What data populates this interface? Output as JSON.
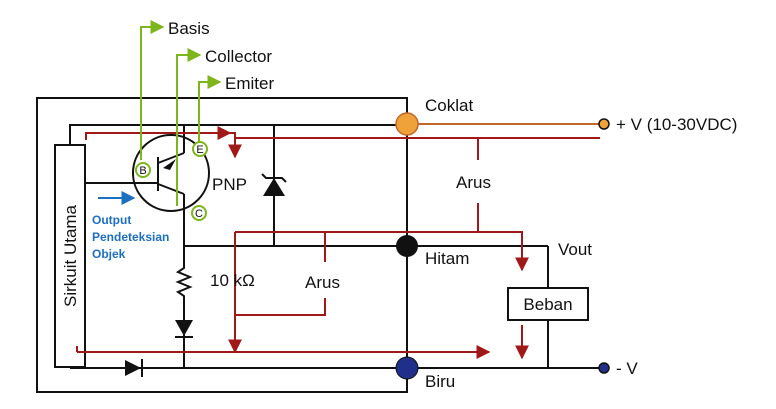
{
  "pins": {
    "basis": "Basis",
    "collector": "Collector",
    "emiter": "Emiter",
    "b": "B",
    "e": "E",
    "c": "C"
  },
  "labels": {
    "coklat": "Coklat",
    "hitam": "Hitam",
    "biru": "Biru",
    "vplus": "+ V (10-30VDC)",
    "vminus": "- V",
    "vout": "Vout",
    "arus_top": "Arus",
    "arus_mid": "Arus",
    "pnp": "PNP",
    "resistor": "10 kΩ",
    "beban": "Beban",
    "sirkuit": "Sirkuit Utama",
    "output_line1": "Output",
    "output_line2": "Pendeteksian",
    "output_line3": "Objek"
  },
  "colors": {
    "wire": "#111111",
    "current": "#a01818",
    "pin_leader": "#7fb51c",
    "brown_terminal": "#f0a23a",
    "black_terminal": "#111111",
    "blue_terminal": "#1f2f8a",
    "output_arrow": "#1f6fbf"
  }
}
